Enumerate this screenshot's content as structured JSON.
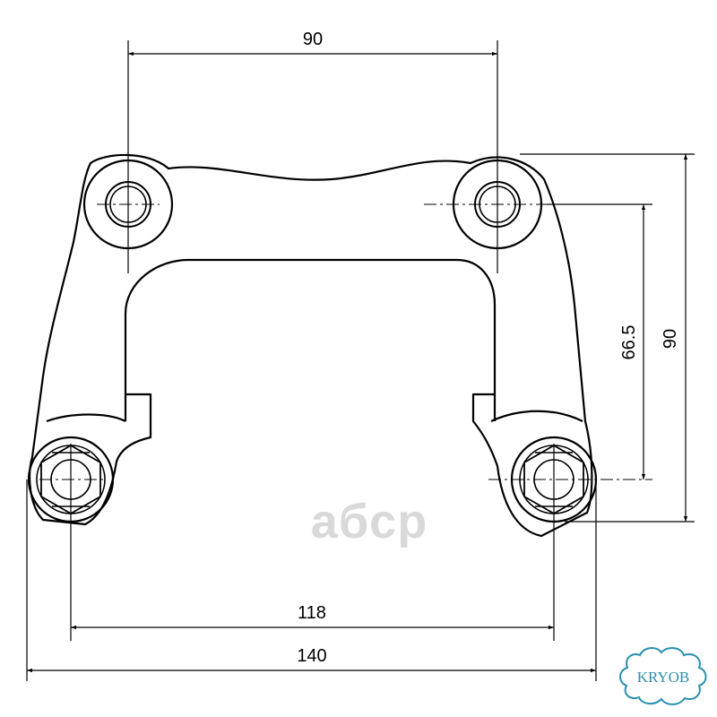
{
  "dimensions": {
    "top_hole_spacing": "90",
    "vertical_hole_offset": "66.5",
    "overall_height": "90",
    "bolt_spacing": "118",
    "overall_width": "140"
  },
  "watermark": {
    "text": "aбcp"
  },
  "logo": {
    "text": "KRYOB",
    "color": "#2a8fb0"
  },
  "colors": {
    "line": "#000000",
    "watermark": "#d9d9d9"
  }
}
